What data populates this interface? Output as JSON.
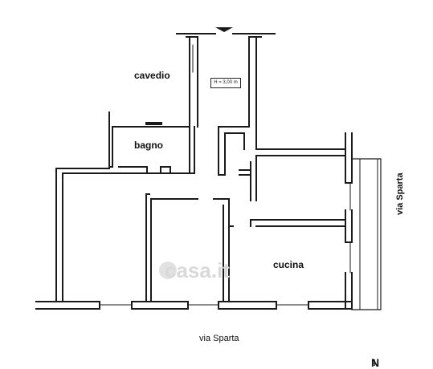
{
  "rooms": {
    "cavedio": "cavedio",
    "bagno": "bagno",
    "cucina": "cucina"
  },
  "height_label": "H = 3,00 m",
  "streets": {
    "bottom": "via Sparta",
    "right": "via Sparta"
  },
  "north_label": "N",
  "watermark": "casa.it",
  "colors": {
    "wall": "#1a1a1a",
    "background": "#ffffff",
    "watermark": "#d9d9d9"
  }
}
